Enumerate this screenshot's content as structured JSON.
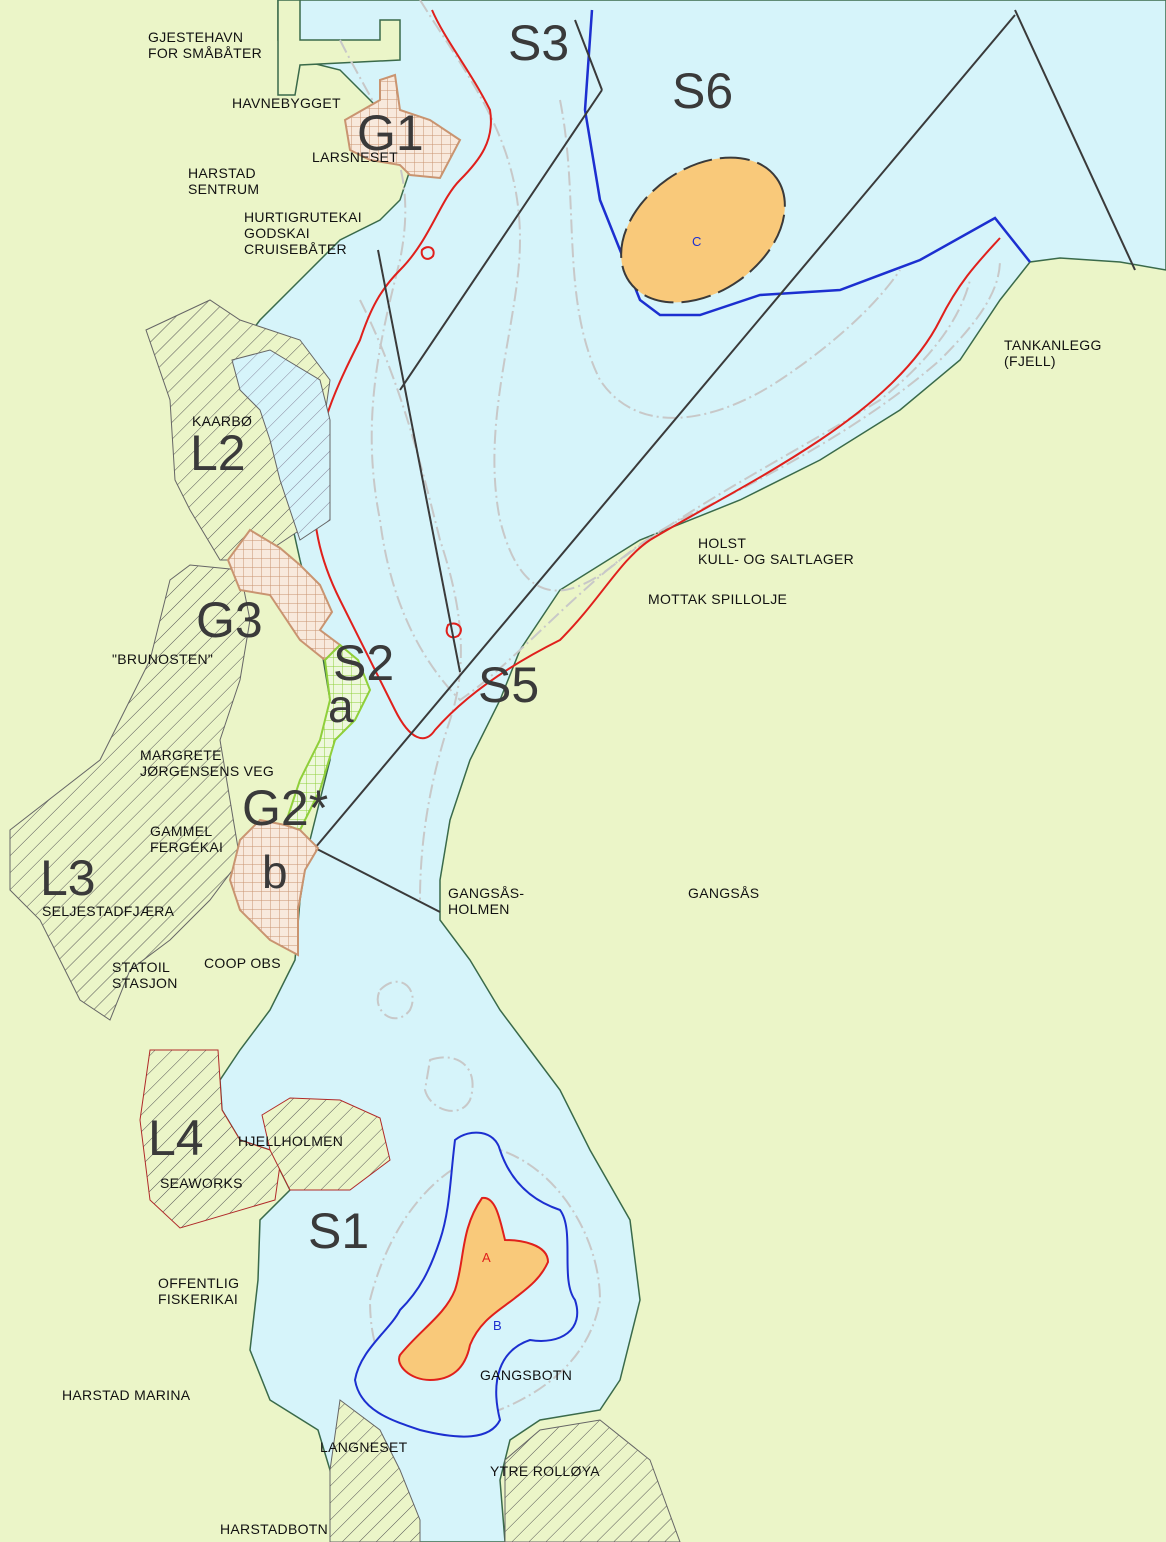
{
  "colors": {
    "land": "#ebf5c8",
    "water": "#d6f4fa",
    "zone_line": "#3a3a3a",
    "red_contour": "#e0201c",
    "blue_contour": "#1c2fd0",
    "orange_area": "#f9c97a",
    "hatch_area": "#d9a880",
    "green_area": "#9bd23a"
  },
  "zones": {
    "s1": "S1",
    "s2": "S2",
    "s3": "S3",
    "s5": "S5",
    "s6": "S6",
    "g1": "G1",
    "g2": "G2*",
    "g3": "G3",
    "l2": "L2",
    "l3": "L3",
    "l4": "L4",
    "g2a": "a",
    "g2b": "b"
  },
  "areas": {
    "a": "A",
    "b": "B",
    "c": "C"
  },
  "places": {
    "gjestehavn_1": "GJESTEHAVN",
    "gjestehavn_2": "FOR SMÅBÅTER",
    "havnebygget": "HAVNEBYGGET",
    "larsneset": "LARSNESET",
    "harstad_1": "HARSTAD",
    "harstad_2": "SENTRUM",
    "hurtig_1": "HURTIGRUTEKAI",
    "hurtig_2": "GODSKAI",
    "hurtig_3": "CRUISEBÅTER",
    "kaarbo": "KAARBØ",
    "brunosten": "\"BRUNOSTEN\"",
    "margrete_1": "MARGRETE",
    "margrete_2": "JØRGENSENS VEG",
    "gammel_1": "GAMMEL",
    "gammel_2": "FERGEKAI",
    "seljestad": "SELJESTADFJÆRA",
    "statoil_1": "STATOIL",
    "statoil_2": "STASJON",
    "coop": "COOP OBS",
    "gangsasholmen_1": "GANGSÅS-",
    "gangsasholmen_2": "HOLMEN",
    "gangsas": "GANGSÅS",
    "tank_1": "TANKANLEGG",
    "tank_2": "(FJELL)",
    "holst_1": "HOLST",
    "holst_2": "KULL- OG SALTLAGER",
    "mottak": "MOTTAK SPILLOLJE",
    "hjellholmen": "HJELLHOLMEN",
    "seaworks": "SEAWORKS",
    "offentlig_1": "OFFENTLIG",
    "offentlig_2": "FISKERIKAI",
    "marina": "HARSTAD MARINA",
    "gangsbotn": "GANGSBOTN",
    "langneset": "LANGNESET",
    "ytre": "YTRE ROLLØYA",
    "harstadbotn": "HARSTADBOTN"
  }
}
